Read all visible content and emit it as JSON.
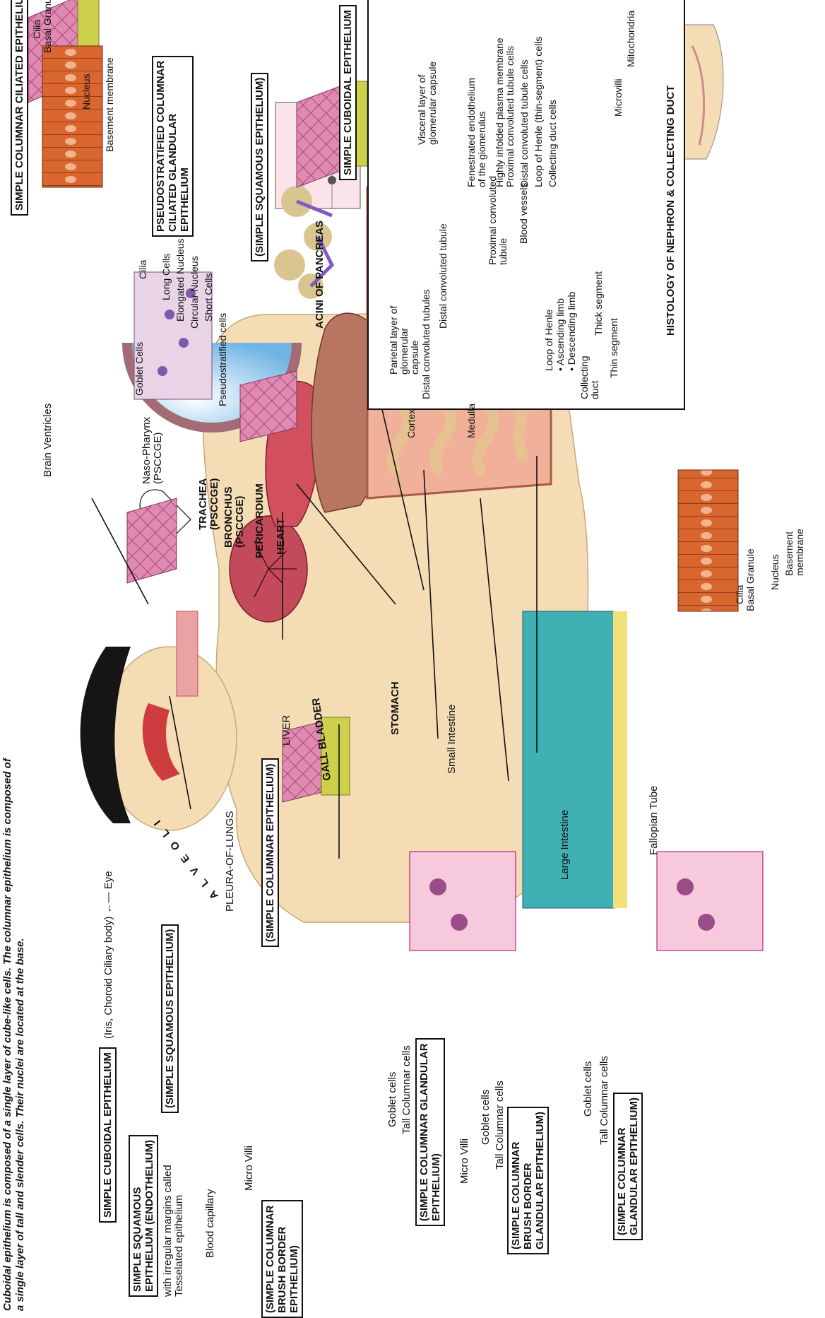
{
  "intro": {
    "line1": "Cuboidal epithelium is composed of a single layer of cube-like cells. The columnar epithelium is composed of",
    "line2": "a single layer of tall and slender cells. Their nuclei are located at the base."
  },
  "boxes": {
    "simple_cuboidal_left": "SIMPLE CUBOIDAL EPITHELIUM",
    "simple_squamous_endo": [
      "SIMPLE SQUAMOUS",
      "EPITHELIUM (ENDOTHELIUM)"
    ],
    "simple_squamous_mid": "(SIMPLE SQUAMOUS EPITHELIUM)",
    "simple_columnar": "(SIMPLE COLUMNAR EPITHELIUM)",
    "brush_border_left": [
      "(SIMPLE COLUMNAR",
      "BRUSH BORDER",
      "EPITHELIUM)"
    ],
    "columnar_glandular_1": [
      "(SIMPLE COLUMNAR GLANDULAR",
      "EPITHELIUM)"
    ],
    "brush_border_glandular": [
      "(SIMPLE COLUMNAR",
      "BRUSH BORDER",
      "GLANDULAR EPITHELIUM)"
    ],
    "columnar_glandular_2": [
      "(SIMPLE COLUMNAR",
      "GLANDULAR EPITHELIUM)"
    ],
    "simple_columnar_ciliated": "SIMPLE COLUMNAR CILIATED EPITHELIUM",
    "pseudostratified": [
      "PSEUDOSTRATIFIED COLUMNAR",
      "CILIATED GLANDULAR",
      "EPITHELIUM"
    ],
    "simple_squamous_top": "(SIMPLE SQUAMOUS EPITHELIUM)",
    "simple_cuboidal_top": "SIMPLE CUBOIDAL EPITHELIUM"
  },
  "labels": {
    "irregular_margins": [
      "with irregular margins called",
      "Tesselated epithelium"
    ],
    "blood_capillary": "Blood capillary",
    "alveoli": "A L V E O L I",
    "iris": "(Iris, Choroid Ciliary body) ←— Eye",
    "micro_villi_left": "Micro Villi",
    "pleura": "PLEURA-OF-LUNGS",
    "liver": "LIVER",
    "gall_bladder": "GALL BLADDER",
    "stomach": "STOMACH",
    "small_intestine": "Small Intestine",
    "large_intestine": "Large Intestine",
    "fallopian_tube": "Fallopian Tube",
    "goblet_cells": "Goblet cells",
    "tall_columnar_cells": "Tall Columnar cells",
    "micro_villi": "Micro Villi",
    "brain_ventricles": "Brain Ventricles",
    "naso_pharynx": [
      "Naso-Pharynx",
      "(PSCCGE)"
    ],
    "trachea": [
      "TRACHEA",
      "(PSCCGE)"
    ],
    "bronchus": [
      "BRONCHUS",
      "(PSCCGE)"
    ],
    "pericardium": "PERICARDIUM",
    "heart": "HEART",
    "acini": "ACINI OF PANCREAS",
    "cilia": "Cilia",
    "basal_granule": "Basal Granule",
    "nucleus": "Nucleus",
    "basement_membrane": "Basement membrane",
    "basement_membrane_split": [
      "Basement",
      "membrane"
    ],
    "goblet_cells_pseudo": "Goblet Cells",
    "long_cells": "Long Cells",
    "elongated_nucleus": "Elongated Nucleus",
    "circular_nucleus": "Circular Nucleus",
    "short_cells": "Short Cells",
    "pseudostratified_cells": "Pseudostratified cells"
  },
  "nephron": {
    "title": "HISTOLOGY OF NEPHRON & COLLECTING DUCT",
    "cortex": "Cortex",
    "medulla": "Medulla",
    "parietal_layer": [
      "Parietal layer of",
      "glomerular",
      "capsule"
    ],
    "distal_tubule_1": "Distal convoluted tubule",
    "distal_tubule_2": "Distal convoluted tubules",
    "collecting_duct": [
      "Collecting",
      "duct"
    ],
    "loop_of_henle": "Loop of Henle",
    "ascending_limb": "• Ascending limb",
    "descending_limb": "• Descending limb",
    "thick_segment": "Thick segment",
    "thin_segment": "Thin segment",
    "proximal_tubule": [
      "Proximal convoluted",
      "tubule"
    ],
    "blood_vessels": "Blood vessels",
    "fenestrated": [
      "Fenestrated endothelium",
      "of the giomerulus"
    ],
    "visceral_layer": [
      "Visceral layer of",
      "glomerular capsule"
    ],
    "microvilli": "Microvilli",
    "mitochondria": "Mitochondria",
    "infolded": [
      "Highly infolded plasma membrane",
      "Proximal convoluted tubule cells"
    ],
    "distal_cells": "Distal convoluted tubule cells",
    "henle_cells": "Loop of Henle (thin-segment) cells",
    "collecting_cells": "Collecting duct cells"
  },
  "colors": {
    "skin": "#f4dcb4",
    "lung": "#c24a5a",
    "artery": "#c8202a",
    "vein": "#1f5fa8",
    "tubule": "#eccf96",
    "columnar": "#d9662f",
    "squamous": "#d97aa6",
    "nucleus": "#6b3fa0"
  }
}
